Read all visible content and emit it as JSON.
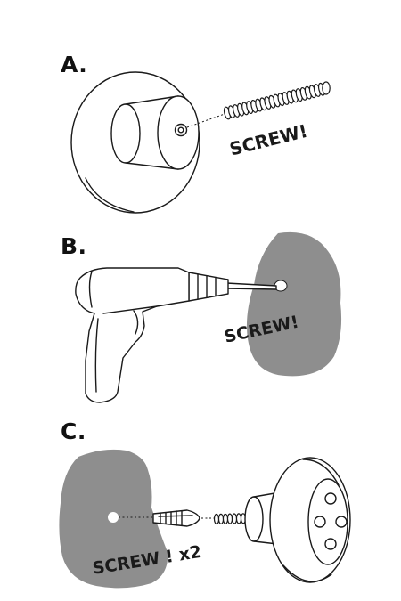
{
  "steps": [
    {
      "label": "A.",
      "callout": "SCREW!"
    },
    {
      "label": "B.",
      "callout": "SCREW!"
    },
    {
      "label": "C.",
      "callout": "SCREW ! x2"
    }
  ],
  "colors": {
    "ink": "#1a1a1a",
    "wall_gray": "#8e8e8e",
    "background": "#ffffff"
  },
  "icons": [
    "disc-hook-icon",
    "screw-icon",
    "drill-icon",
    "wall-icon",
    "wall-plug-icon",
    "knob-icon"
  ]
}
